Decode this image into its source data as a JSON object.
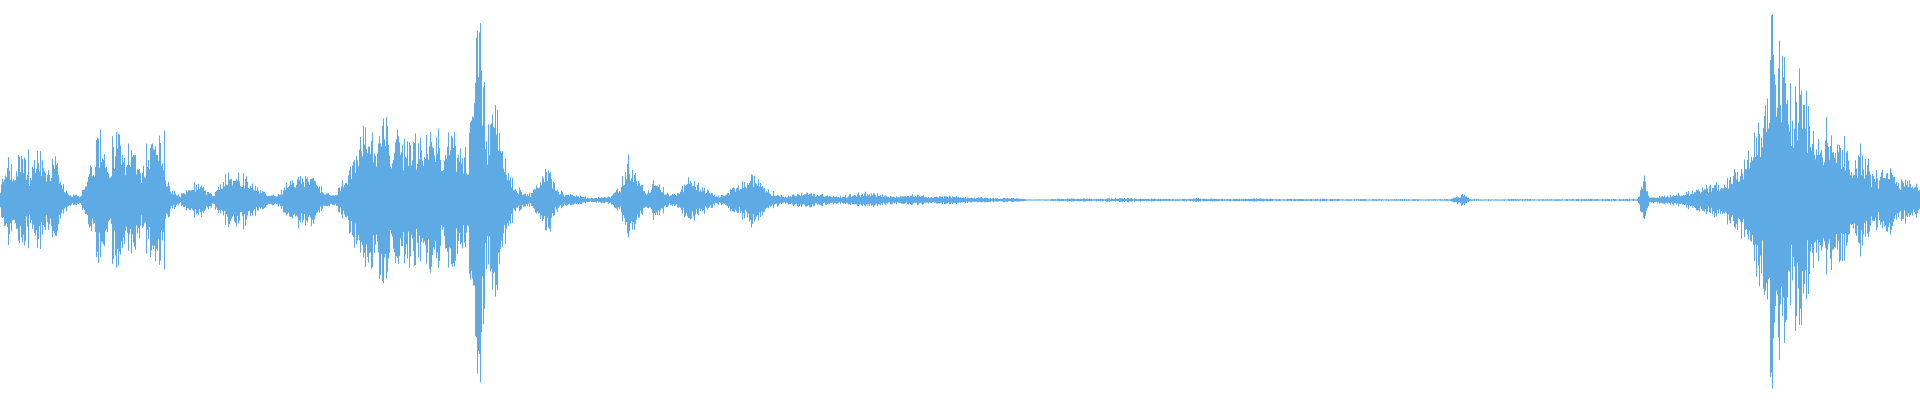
{
  "waveform": {
    "color": "#5eaae4",
    "background": "#ffffff",
    "samples_per_frame": 1,
    "envelope": [
      [
        0,
        0.05
      ],
      [
        8,
        0.22
      ],
      [
        14,
        0.12
      ],
      [
        22,
        0.26
      ],
      [
        30,
        0.1
      ],
      [
        38,
        0.24
      ],
      [
        46,
        0.14
      ],
      [
        55,
        0.2
      ],
      [
        62,
        0.08
      ],
      [
        70,
        0.03
      ],
      [
        80,
        0.02
      ],
      [
        92,
        0.18
      ],
      [
        100,
        0.3
      ],
      [
        108,
        0.16
      ],
      [
        118,
        0.34
      ],
      [
        126,
        0.2
      ],
      [
        134,
        0.26
      ],
      [
        142,
        0.15
      ],
      [
        152,
        0.28
      ],
      [
        160,
        0.35
      ],
      [
        166,
        0.12
      ],
      [
        172,
        0.05
      ],
      [
        180,
        0.02
      ],
      [
        188,
        0.06
      ],
      [
        198,
        0.09
      ],
      [
        206,
        0.05
      ],
      [
        214,
        0.03
      ],
      [
        222,
        0.09
      ],
      [
        230,
        0.14
      ],
      [
        240,
        0.13
      ],
      [
        250,
        0.1
      ],
      [
        260,
        0.06
      ],
      [
        270,
        0.02
      ],
      [
        280,
        0.04
      ],
      [
        290,
        0.09
      ],
      [
        300,
        0.13
      ],
      [
        312,
        0.11
      ],
      [
        322,
        0.06
      ],
      [
        332,
        0.02
      ],
      [
        345,
        0.1
      ],
      [
        355,
        0.22
      ],
      [
        365,
        0.34
      ],
      [
        375,
        0.28
      ],
      [
        385,
        0.4
      ],
      [
        392,
        0.25
      ],
      [
        400,
        0.32
      ],
      [
        412,
        0.3
      ],
      [
        420,
        0.26
      ],
      [
        428,
        0.36
      ],
      [
        436,
        0.3
      ],
      [
        444,
        0.24
      ],
      [
        452,
        0.34
      ],
      [
        460,
        0.28
      ],
      [
        468,
        0.22
      ],
      [
        474,
        0.6
      ],
      [
        479,
        0.9
      ],
      [
        483,
        0.55
      ],
      [
        488,
        0.34
      ],
      [
        494,
        0.46
      ],
      [
        500,
        0.3
      ],
      [
        506,
        0.18
      ],
      [
        514,
        0.08
      ],
      [
        522,
        0.04
      ],
      [
        532,
        0.03
      ],
      [
        540,
        0.1
      ],
      [
        548,
        0.16
      ],
      [
        556,
        0.06
      ],
      [
        566,
        0.03
      ],
      [
        580,
        0.02
      ],
      [
        595,
        0.01
      ],
      [
        610,
        0.02
      ],
      [
        620,
        0.06
      ],
      [
        628,
        0.2
      ],
      [
        634,
        0.14
      ],
      [
        640,
        0.09
      ],
      [
        648,
        0.05
      ],
      [
        656,
        0.1
      ],
      [
        662,
        0.07
      ],
      [
        670,
        0.02
      ],
      [
        680,
        0.06
      ],
      [
        690,
        0.1
      ],
      [
        700,
        0.08
      ],
      [
        710,
        0.04
      ],
      [
        720,
        0.02
      ],
      [
        730,
        0.05
      ],
      [
        742,
        0.09
      ],
      [
        752,
        0.12
      ],
      [
        762,
        0.09
      ],
      [
        772,
        0.04
      ],
      [
        784,
        0.02
      ],
      [
        796,
        0.03
      ],
      [
        808,
        0.04
      ],
      [
        818,
        0.03
      ],
      [
        830,
        0.02
      ],
      [
        842,
        0.02
      ],
      [
        856,
        0.03
      ],
      [
        866,
        0.035
      ],
      [
        878,
        0.03
      ],
      [
        890,
        0.02
      ],
      [
        902,
        0.02
      ],
      [
        914,
        0.025
      ],
      [
        926,
        0.02
      ],
      [
        938,
        0.018
      ],
      [
        950,
        0.02
      ],
      [
        962,
        0.015
      ],
      [
        974,
        0.012
      ],
      [
        986,
        0.012
      ],
      [
        998,
        0.01
      ],
      [
        1012,
        0.01
      ],
      [
        1026,
        0.004
      ],
      [
        1040,
        0.002
      ],
      [
        1058,
        0.006
      ],
      [
        1072,
        0.008
      ],
      [
        1086,
        0.007
      ],
      [
        1100,
        0.006
      ],
      [
        1114,
        0.009
      ],
      [
        1128,
        0.01
      ],
      [
        1142,
        0.008
      ],
      [
        1156,
        0.006
      ],
      [
        1170,
        0.005
      ],
      [
        1184,
        0.006
      ],
      [
        1198,
        0.008
      ],
      [
        1212,
        0.007
      ],
      [
        1226,
        0.005
      ],
      [
        1240,
        0.006
      ],
      [
        1254,
        0.008
      ],
      [
        1268,
        0.006
      ],
      [
        1282,
        0.004
      ],
      [
        1296,
        0.006
      ],
      [
        1310,
        0.005
      ],
      [
        1324,
        0.006
      ],
      [
        1338,
        0.005
      ],
      [
        1352,
        0.004
      ],
      [
        1366,
        0.005
      ],
      [
        1380,
        0.004
      ],
      [
        1394,
        0.004
      ],
      [
        1408,
        0.005
      ],
      [
        1422,
        0.004
      ],
      [
        1436,
        0.004
      ],
      [
        1450,
        0.005
      ],
      [
        1464,
        0.03
      ],
      [
        1470,
        0.005
      ],
      [
        1484,
        0.004
      ],
      [
        1500,
        0.004
      ],
      [
        1520,
        0.005
      ],
      [
        1540,
        0.004
      ],
      [
        1560,
        0.004
      ],
      [
        1580,
        0.005
      ],
      [
        1600,
        0.005
      ],
      [
        1620,
        0.005
      ],
      [
        1638,
        0.006
      ],
      [
        1644,
        0.12
      ],
      [
        1650,
        0.01
      ],
      [
        1662,
        0.02
      ],
      [
        1676,
        0.03
      ],
      [
        1690,
        0.04
      ],
      [
        1704,
        0.06
      ],
      [
        1718,
        0.08
      ],
      [
        1730,
        0.12
      ],
      [
        1742,
        0.18
      ],
      [
        1754,
        0.28
      ],
      [
        1762,
        0.42
      ],
      [
        1768,
        0.55
      ],
      [
        1772,
        0.98
      ],
      [
        1776,
        0.6
      ],
      [
        1780,
        0.72
      ],
      [
        1786,
        0.58
      ],
      [
        1792,
        0.4
      ],
      [
        1798,
        0.66
      ],
      [
        1806,
        0.45
      ],
      [
        1814,
        0.36
      ],
      [
        1822,
        0.24
      ],
      [
        1830,
        0.42
      ],
      [
        1838,
        0.3
      ],
      [
        1846,
        0.24
      ],
      [
        1854,
        0.18
      ],
      [
        1862,
        0.26
      ],
      [
        1870,
        0.14
      ],
      [
        1880,
        0.12
      ],
      [
        1890,
        0.16
      ],
      [
        1900,
        0.1
      ],
      [
        1910,
        0.12
      ],
      [
        1920,
        0.06
      ]
    ],
    "spikes": [
      [
        18,
        0.24
      ],
      [
        28,
        0.27
      ],
      [
        40,
        0.26
      ],
      [
        52,
        0.22
      ],
      [
        96,
        0.32
      ],
      [
        112,
        0.34
      ],
      [
        128,
        0.3
      ],
      [
        146,
        0.3
      ],
      [
        164,
        0.37
      ],
      [
        372,
        0.36
      ],
      [
        386,
        0.44
      ],
      [
        398,
        0.34
      ],
      [
        420,
        0.3
      ],
      [
        438,
        0.38
      ],
      [
        448,
        0.36
      ],
      [
        480,
        0.94
      ],
      [
        490,
        0.4
      ],
      [
        497,
        0.48
      ],
      [
        1771,
        0.98
      ],
      [
        1778,
        0.7
      ],
      [
        1784,
        0.76
      ],
      [
        1790,
        0.62
      ],
      [
        1799,
        0.7
      ],
      [
        1808,
        0.5
      ],
      [
        1826,
        0.44
      ],
      [
        1844,
        0.34
      ],
      [
        1860,
        0.3
      ],
      [
        1868,
        0.22
      ]
    ]
  }
}
